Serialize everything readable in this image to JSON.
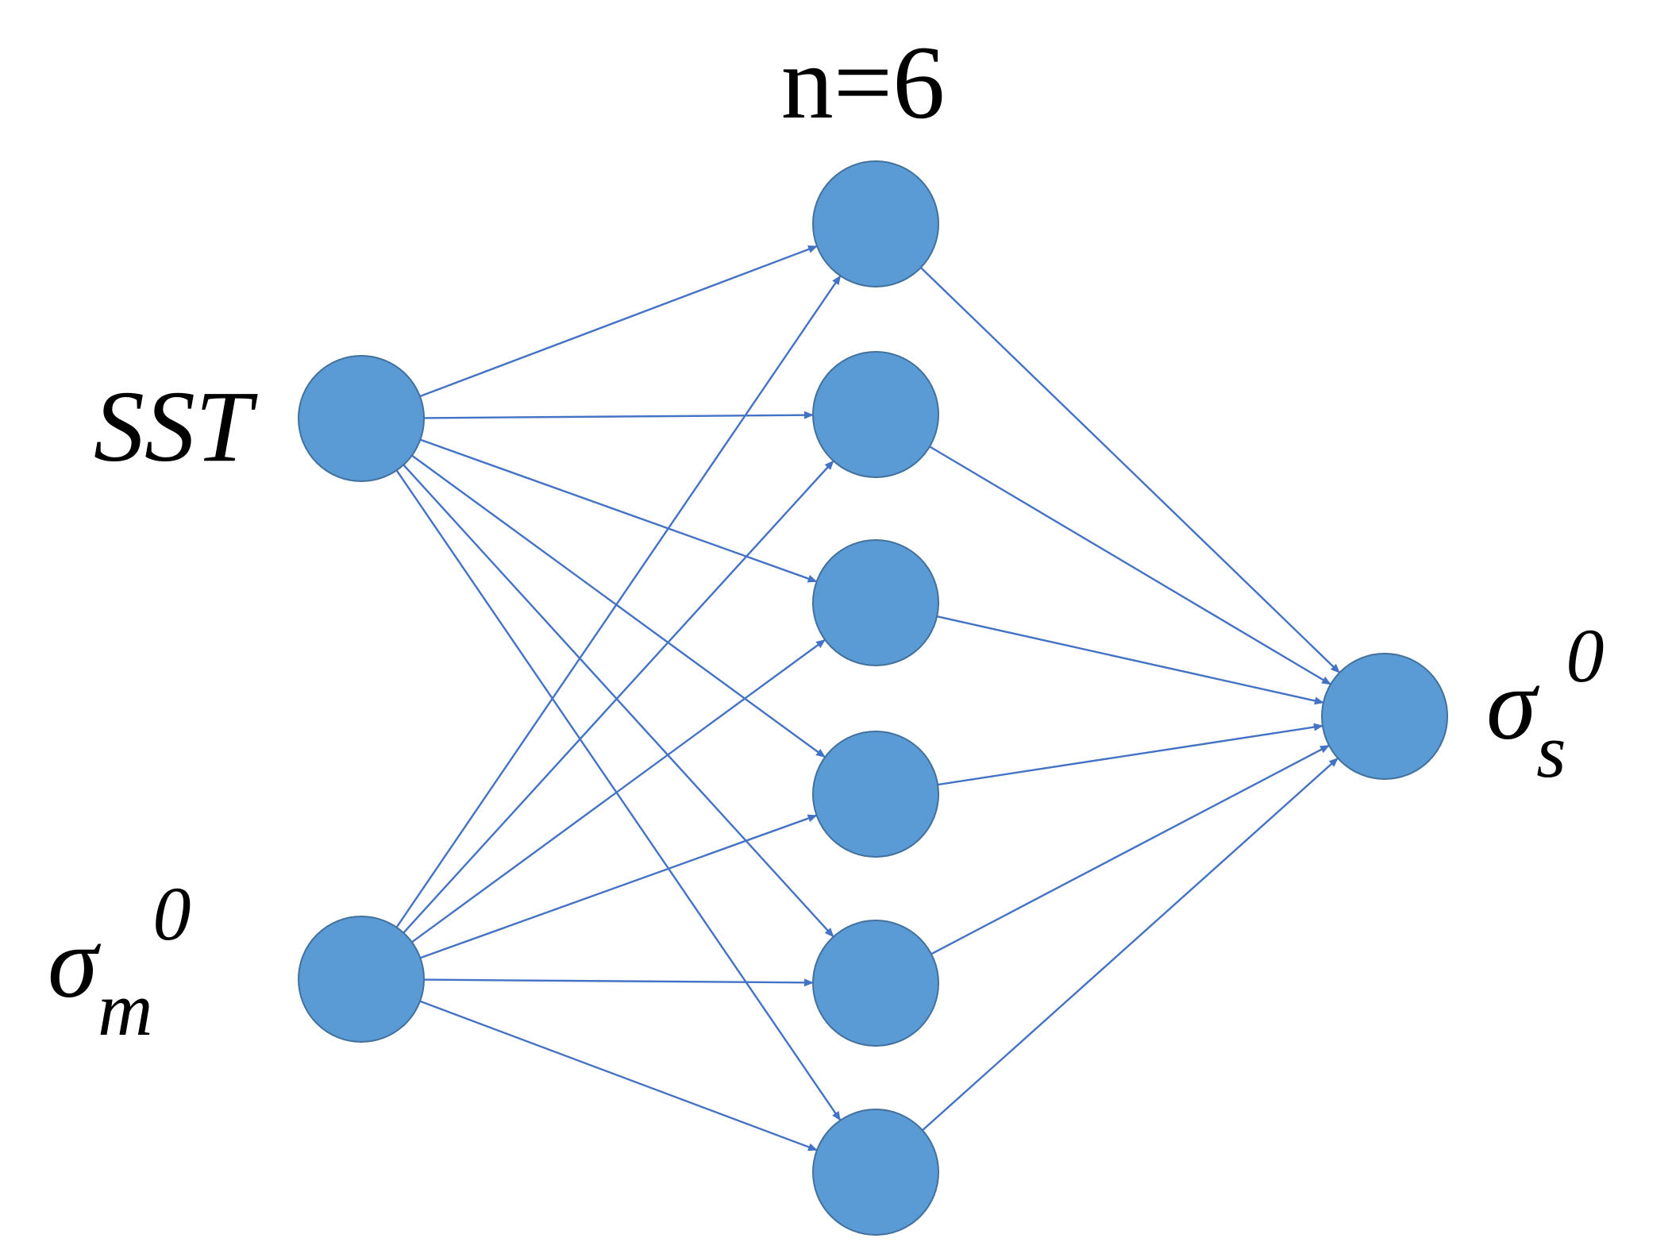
{
  "title": "n=6",
  "layers": {
    "input": {
      "nodes": [
        {
          "id": "in-0",
          "label": {
            "base": "SST",
            "sub": "",
            "sup": ""
          }
        },
        {
          "id": "in-1",
          "label": {
            "base": "σ",
            "sub": "m",
            "sup": "0"
          }
        }
      ]
    },
    "hidden": {
      "nodes": [
        {
          "id": "h-0"
        },
        {
          "id": "h-1"
        },
        {
          "id": "h-2"
        },
        {
          "id": "h-3"
        },
        {
          "id": "h-4"
        },
        {
          "id": "h-5"
        }
      ]
    },
    "output": {
      "nodes": [
        {
          "id": "out-0",
          "label": {
            "base": "σ",
            "sub": "s",
            "sup": "0"
          }
        }
      ]
    }
  },
  "connections": {
    "input_to_hidden": "all",
    "hidden_to_output": "all",
    "arrows": true
  },
  "colors": {
    "node_fill": "#5b9bd5",
    "node_stroke": "#41719c",
    "edge": "#4472c4",
    "text": "#000000"
  }
}
